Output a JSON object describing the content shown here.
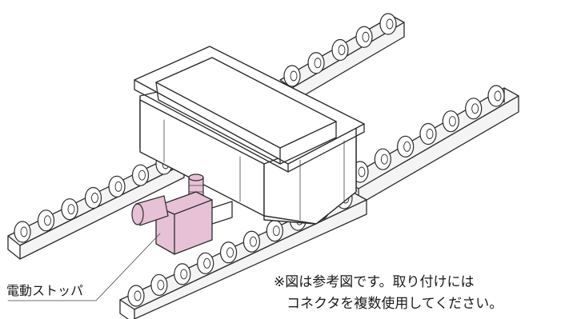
{
  "labels": {
    "stopper": "電動ストッパ"
  },
  "note": {
    "line1": "※図は参考図です。取り付けには",
    "line2": "コネクタを複数使用してください。"
  },
  "colors": {
    "stopper": "#e7c1d6",
    "outline": "#2b2b2b",
    "background": "#ffffff"
  }
}
